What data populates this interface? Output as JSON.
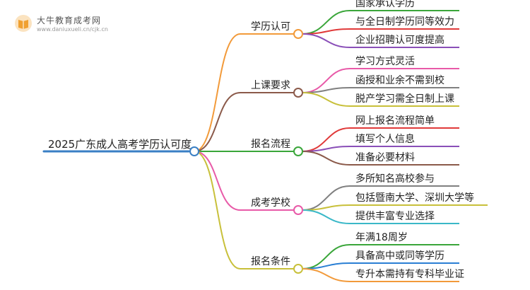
{
  "logo": {
    "title": "大牛教育成考网",
    "url": "www.daniuxueli.cn/cjk.cn"
  },
  "mindmap": {
    "root": "2025广东成人高考学历认可度",
    "branches": [
      {
        "label": "学历认可",
        "color": "#f29a3a",
        "children": [
          {
            "label": "国家承认学历",
            "color": "#3aa63a"
          },
          {
            "label": "与全日制学历同等效力",
            "color": "#e03a3a"
          },
          {
            "label": "企业招聘认可度提高",
            "color": "#8a4fb8"
          }
        ]
      },
      {
        "label": "上课要求",
        "color": "#8b5a4a",
        "children": [
          {
            "label": "学习方式灵活",
            "color": "#e85aa8"
          },
          {
            "label": "函授和业余不需到校",
            "color": "#808080"
          },
          {
            "label": "脱产学习需全日制上课",
            "color": "#c8c03a"
          }
        ]
      },
      {
        "label": "报名流程",
        "color": "#3aa63a",
        "children": [
          {
            "label": "网上报名流程简单",
            "color": "#e03a3a"
          },
          {
            "label": "填写个人信息",
            "color": "#8a4fb8"
          },
          {
            "label": "准备必要材料",
            "color": "#8b5a4a"
          }
        ]
      },
      {
        "label": "成考学校",
        "color": "#e85aa8",
        "children": [
          {
            "label": "多所知名高校参与",
            "color": "#808080"
          },
          {
            "label": "包括暨南大学、深圳大学等",
            "color": "#c8c03a"
          },
          {
            "label": "提供丰富专业选择",
            "color": "#3ab8c8"
          }
        ]
      },
      {
        "label": "报名条件",
        "color": "#c8c03a",
        "children": [
          {
            "label": "年满18周岁",
            "color": "#3aa63a"
          },
          {
            "label": "具备高中或同等学历",
            "color": "#2a7fd4"
          },
          {
            "label": "专升本需持有专科毕业证",
            "color": "#f29a3a"
          }
        ]
      }
    ]
  },
  "colors": {
    "root_line": "#3a7fc4"
  }
}
